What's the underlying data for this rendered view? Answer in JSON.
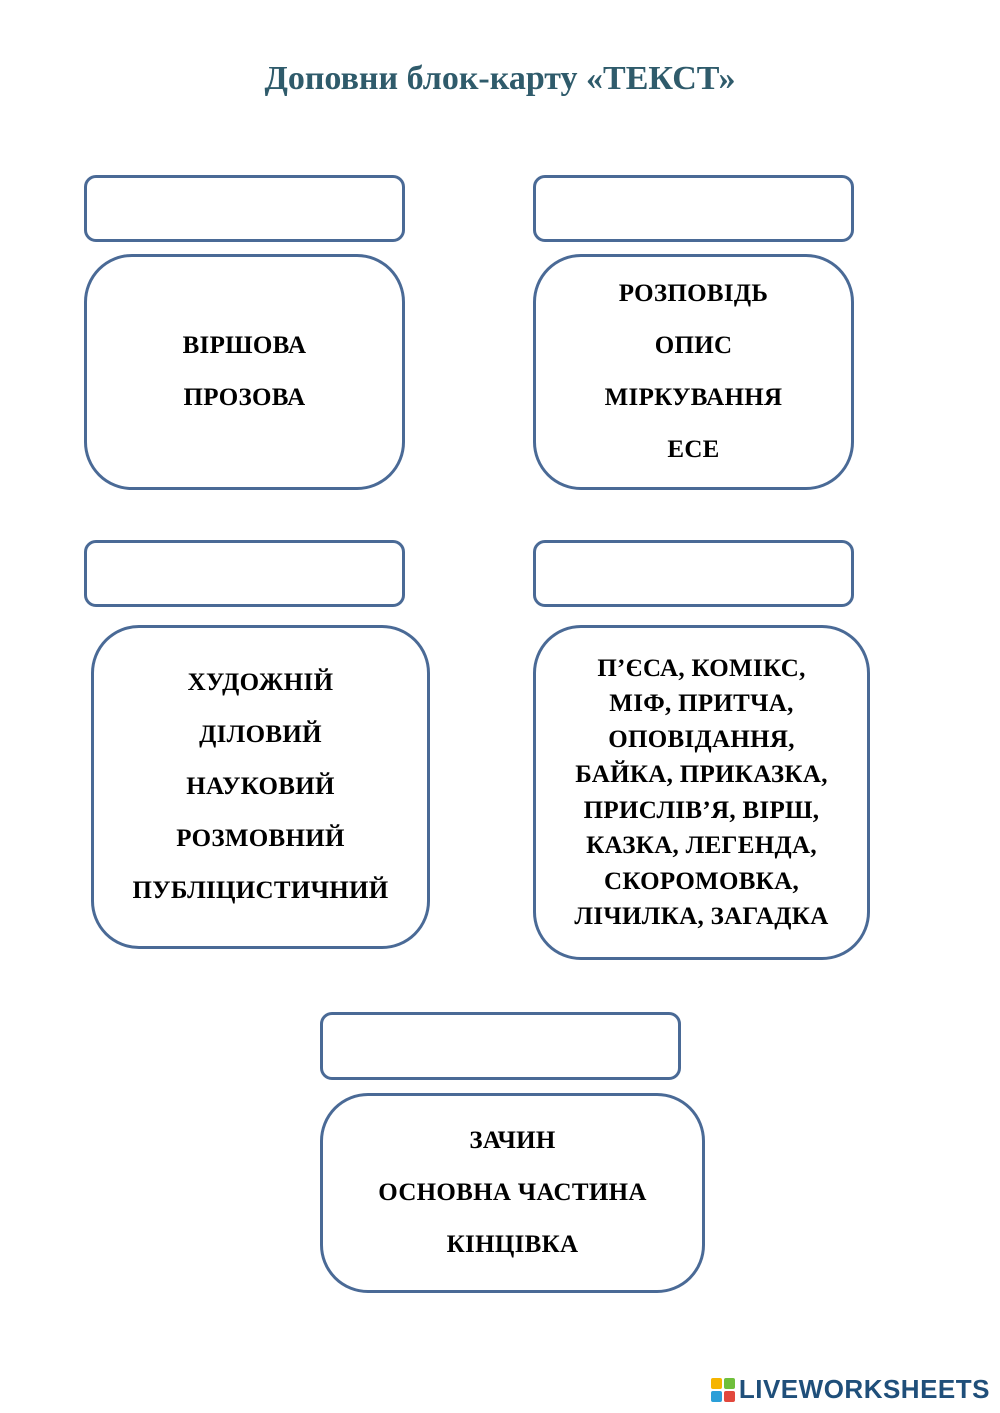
{
  "title": "Доповни блок-карту «ТЕКСТ»",
  "blocks": {
    "forms": {
      "answer": "",
      "items": [
        "ВІРШОВА",
        "ПРОЗОВА"
      ]
    },
    "types": {
      "answer": "",
      "items": [
        "РОЗПОВІДЬ",
        "ОПИС",
        "МІРКУВАННЯ",
        "ЕСЕ"
      ]
    },
    "styles": {
      "answer": "",
      "items": [
        "ХУДОЖНІЙ",
        "ДІЛОВИЙ",
        "НАУКОВИЙ",
        "РОЗМОВНИЙ",
        "ПУБЛІЦИСТИЧНИЙ"
      ]
    },
    "genres": {
      "answer": "",
      "items": [
        "П’ЄСА, КОМІКС,",
        "МІФ, ПРИТЧА,",
        "ОПОВІДАННЯ,",
        "БАЙКА, ПРИКАЗКА,",
        "ПРИСЛІВ’Я, ВІРШ,",
        "КАЗКА, ЛЕГЕНДА,",
        "СКОРОМОВКА,",
        "ЛІЧИЛКА, ЗАГАДКА"
      ]
    },
    "structure": {
      "answer": "",
      "items": [
        "ЗАЧИН",
        "ОСНОВНА ЧАСТИНА",
        "КІНЦІВКА"
      ]
    }
  },
  "footer": {
    "logo_text": "LIVEWORKSHEETS",
    "logo_icon": "liveworksheets-logo-icon"
  },
  "colors": {
    "title": "#2f5b6b",
    "box_border": "#4a6a96",
    "logo_text": "#1f4f7a"
  }
}
